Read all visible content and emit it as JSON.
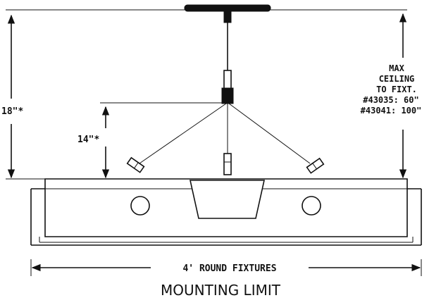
{
  "diagram": {
    "dim_overall_height": "18\"*",
    "dim_cable_height": "14\"*",
    "max_note": [
      "MAX",
      "CEILING",
      "TO FIXT.",
      "#43035: 60\"",
      "#43041: 100\""
    ],
    "fixture_length_label": "4' ROUND FIXTURES",
    "caption": "MOUNTING LIMIT"
  }
}
